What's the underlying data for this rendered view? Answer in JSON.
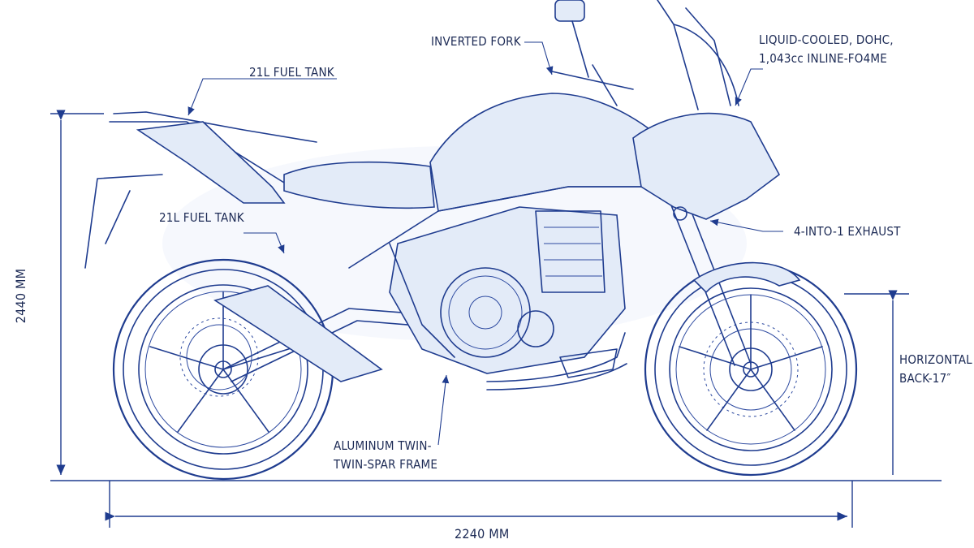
{
  "callouts": {
    "fuel_tank_top": "21L FUEL TANK",
    "inverted_fork": "INVERTED FORK",
    "engine_line1": "LIQUID-COOLED, DOHC,",
    "engine_line2": "1,043cc INLINE-FO4ME",
    "fuel_tank_mid": "21L FUEL TANK",
    "exhaust": "4-INTO-1 EXHAUST",
    "wheel_line1": "HORIZONTAL",
    "wheel_line2": "BACK-17″",
    "frame_line1": "ALUMINUM TWIN-",
    "frame_line2": "TWIN-SPAR FRAME"
  },
  "dimensions": {
    "height": "2440 MM",
    "length": "2240 MM"
  },
  "colors": {
    "ink": "#1f3c8f",
    "shade": "#e3ebf8",
    "background": "#ffffff"
  }
}
